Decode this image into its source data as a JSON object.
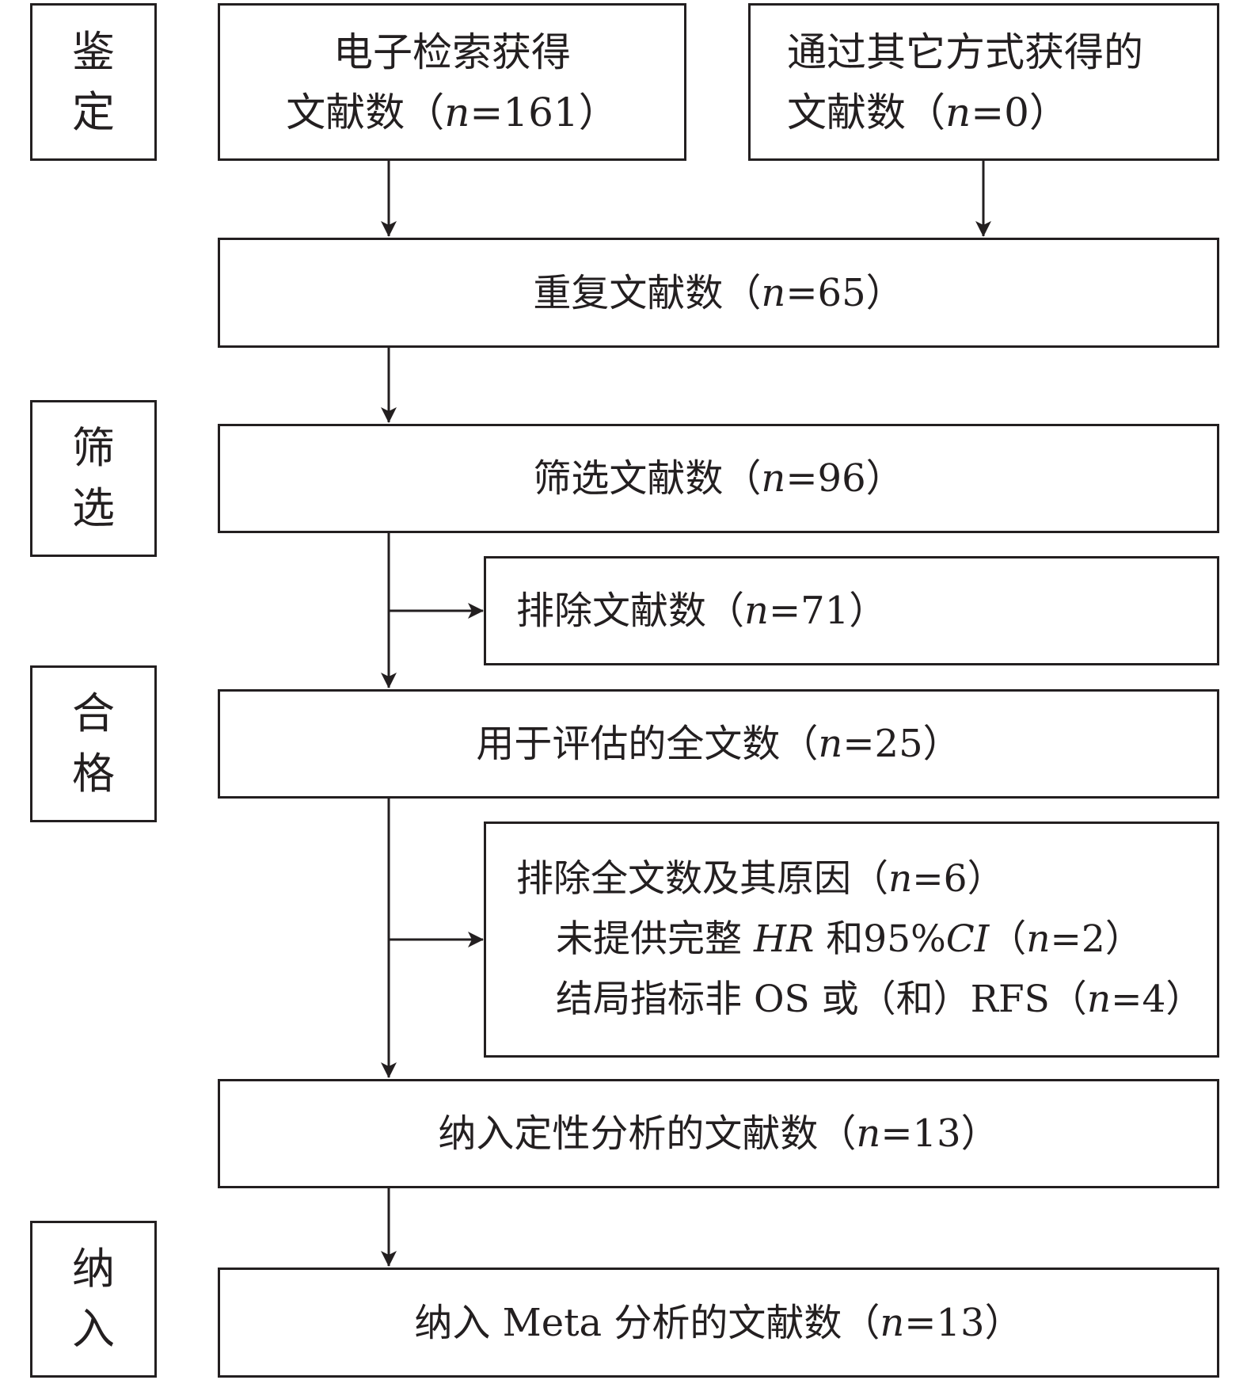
{
  "stages": {
    "identification": [
      "鉴",
      "定"
    ],
    "screening": [
      "筛",
      "选"
    ],
    "eligibility": [
      "合",
      "格"
    ],
    "included": [
      "纳",
      "入"
    ]
  },
  "boxes": {
    "electronic": {
      "line1": "电子检索获得",
      "line2_pre": "文献数（",
      "n_sym": "n",
      "line2_post": "=161）"
    },
    "other": {
      "line1": "通过其它方式获得的",
      "line2_pre": "文献数（",
      "n_sym": "n",
      "line2_post": "=0）"
    },
    "duplicates": {
      "pre": "重复文献数（",
      "n_sym": "n",
      "post": "=65）"
    },
    "screened": {
      "pre": "筛选文献数（",
      "n_sym": "n",
      "post": "=96）"
    },
    "excluded_records": {
      "pre": "排除文献数（",
      "n_sym": "n",
      "post": "=71）"
    },
    "fulltext_assessed": {
      "pre": "用于评估的全文数（",
      "n_sym": "n",
      "post": "=25）"
    },
    "fulltext_excluded": {
      "title_pre": "排除全文数及其原因（",
      "title_n": "n",
      "title_post": "=6）",
      "reason1_pre": "未提供完整 ",
      "reason1_hr": "HR",
      "reason1_mid": " 和95%",
      "reason1_ci": "CI",
      "reason1_open": "（",
      "reason1_n": "n",
      "reason1_post": "=2）",
      "reason2_pre": "结局指标非 OS 或（和）RFS（",
      "reason2_n": "n",
      "reason2_post": "=4）"
    },
    "qualitative": {
      "pre": "纳入定性分析的文献数（",
      "n_sym": "n",
      "post": "=13）"
    },
    "meta": {
      "pre": "纳入 Meta 分析的文献数（",
      "n_sym": "n",
      "post": "=13）"
    }
  },
  "colors": {
    "stroke": "#231f20",
    "background": "#ffffff"
  }
}
